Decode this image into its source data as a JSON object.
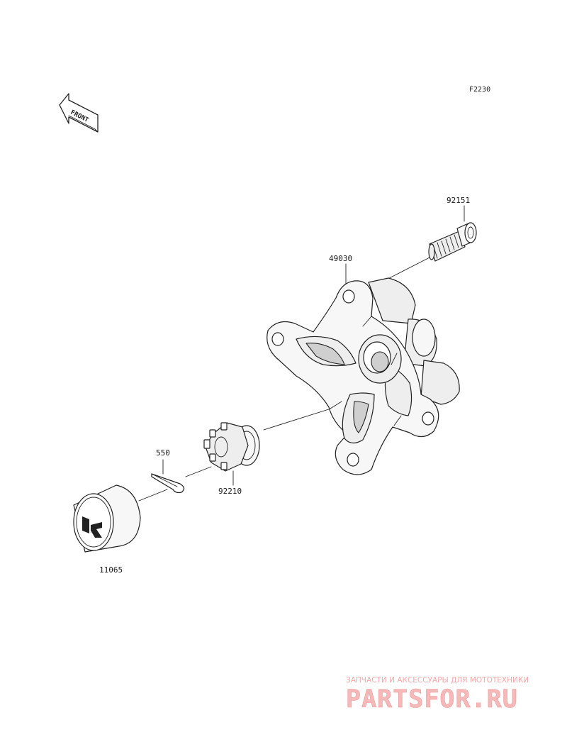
{
  "diagram": {
    "code": "F2230",
    "front_label": "FRONT",
    "parts": [
      {
        "number": "92151"
      },
      {
        "number": "49030"
      },
      {
        "number": "550"
      },
      {
        "number": "92210"
      },
      {
        "number": "11065"
      }
    ]
  },
  "watermark": {
    "subtitle": "ЗАПЧАСТИ И АКСЕССУАРЫ ДЛЯ МОТОТЕХНИКИ",
    "brand": "PARTSFOR.RU"
  }
}
